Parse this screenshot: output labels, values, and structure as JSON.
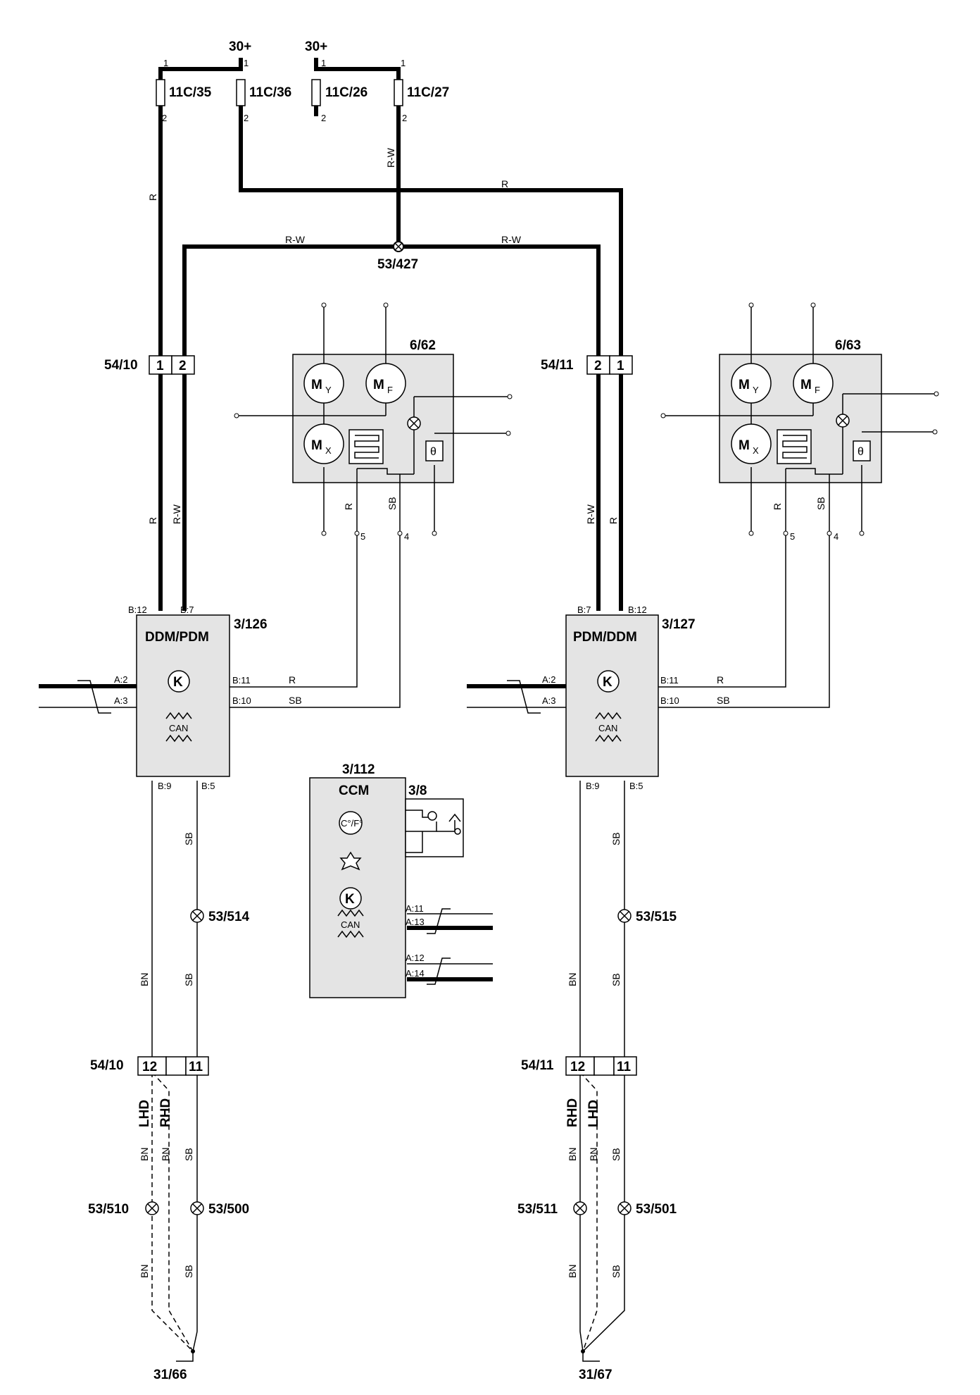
{
  "supply": {
    "left": "30+",
    "right": "30+"
  },
  "fuses": {
    "f35": {
      "id": "11C/35",
      "pin_top": "1",
      "pin_bottom": "2"
    },
    "f36": {
      "id": "11C/36",
      "pin_top": "1",
      "pin_bottom": "2"
    },
    "f26": {
      "id": "11C/26",
      "pin_top": "1",
      "pin_bottom": "2"
    },
    "f27": {
      "id": "11C/27",
      "pin_top": "1",
      "pin_bottom": "2"
    }
  },
  "splices": {
    "s427": "53/427",
    "s514": "53/514",
    "s515": "53/515",
    "s510": "53/510",
    "s500": "53/500",
    "s511": "53/511",
    "s501": "53/501"
  },
  "connectors": {
    "c5410": {
      "id": "54/10",
      "pins": [
        "1",
        "2"
      ]
    },
    "c5411": {
      "id": "54/11",
      "pins": [
        "2",
        "1"
      ]
    },
    "c5410b": {
      "id": "54/10",
      "pins": [
        "12",
        "11"
      ]
    },
    "c5411b": {
      "id": "54/11",
      "pins": [
        "12",
        "11"
      ]
    }
  },
  "mirrors": {
    "left": {
      "id": "6/62",
      "motor_y": "M",
      "motor_y_sub": "Y",
      "motor_f": "M",
      "motor_f_sub": "F",
      "motor_x": "M",
      "motor_x_sub": "X",
      "theta": "θ",
      "pin5": "5",
      "pin4": "4"
    },
    "right": {
      "id": "6/63",
      "motor_y": "M",
      "motor_y_sub": "Y",
      "motor_f": "M",
      "motor_f_sub": "F",
      "motor_x": "M",
      "motor_x_sub": "X",
      "theta": "θ",
      "pin5": "5",
      "pin4": "4"
    }
  },
  "modules": {
    "left": {
      "id": "3/126",
      "title": "DDM/PDM",
      "pin_b12": "B:12",
      "pin_b7": "B:7",
      "pin_a2": "A:2",
      "pin_a3": "A:3",
      "pin_b11": "B:11",
      "pin_b10": "B:10",
      "pin_b9": "B:9",
      "pin_b5": "B:5",
      "k": "K",
      "can": "CAN"
    },
    "right": {
      "id": "3/127",
      "title": "PDM/DDM",
      "pin_b12": "B:12",
      "pin_b7": "B:7",
      "pin_a2": "A:2",
      "pin_a3": "A:3",
      "pin_b11": "B:11",
      "pin_b10": "B:10",
      "pin_b9": "B:9",
      "pin_b5": "B:5",
      "k": "K",
      "can": "CAN"
    }
  },
  "ccm": {
    "id": "3/112",
    "title": "CCM",
    "sensor_id": "3/8",
    "temp_symbol": "C°/F°",
    "k": "K",
    "can": "CAN",
    "pins": [
      "A:11",
      "A:13",
      "A:12",
      "A:14"
    ]
  },
  "wire_colors": {
    "R": "R",
    "RW": "R-W",
    "SB": "SB",
    "BN": "BN"
  },
  "drive": {
    "LHD": "LHD",
    "RHD": "RHD"
  },
  "grounds": {
    "left": "31/66",
    "right": "31/67"
  }
}
